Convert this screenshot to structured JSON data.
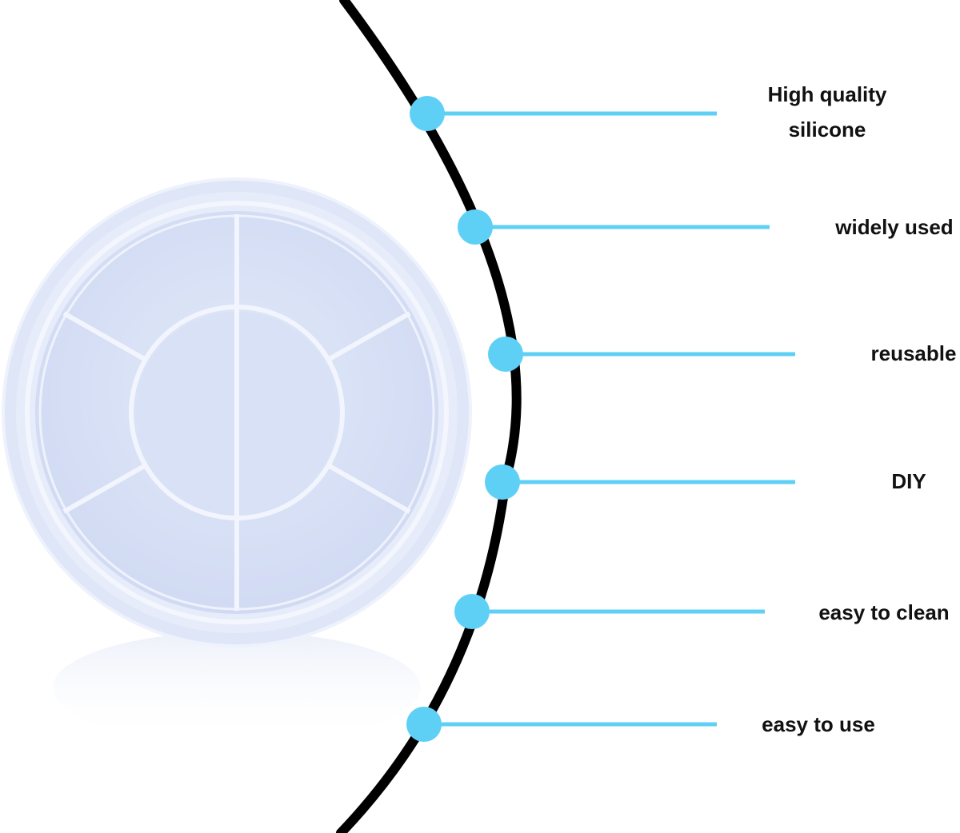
{
  "colors": {
    "background": "#ffffff",
    "arc": "#000000",
    "accent": "#5fd0f5",
    "mold_fill": "#dbe3f7",
    "mold_rim": "#e6ecfa",
    "mold_ridge": "#f0f4fd",
    "label_text": "#111111"
  },
  "product": {
    "icon": "round-tray-silicone-mold-icon"
  },
  "features": [
    {
      "line1": "High quality",
      "line2": "silicone"
    },
    {
      "line1": "widely used",
      "line2": ""
    },
    {
      "line1": "reusable",
      "line2": ""
    },
    {
      "line1": "DIY",
      "line2": ""
    },
    {
      "line1": "easy to clean",
      "line2": ""
    },
    {
      "line1": "easy to use",
      "line2": ""
    }
  ]
}
